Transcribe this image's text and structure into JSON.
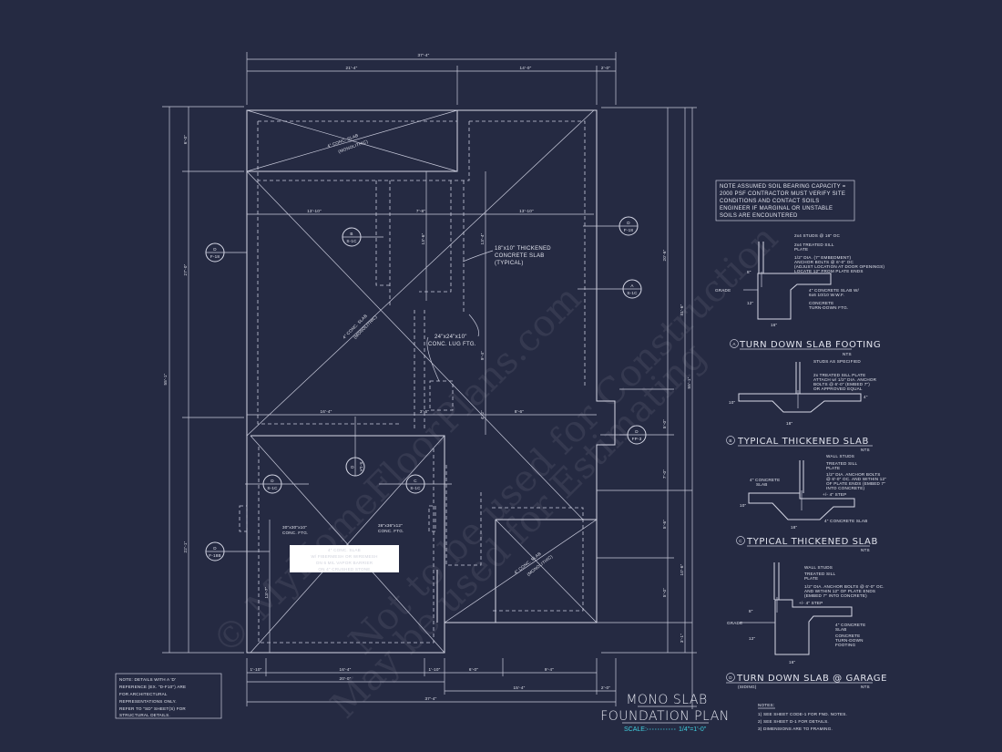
{
  "sheet": {
    "background_color": "#252a42",
    "line_color": "#d6d8e6",
    "accent_color": "#3fd0e0"
  },
  "watermark": {
    "line1": "© MyHomeFloorPlans.com",
    "line2": "Not to be used for Construction",
    "line3": "May be used for Estimating"
  },
  "plan": {
    "dims_top": {
      "overall": "37'-4\"",
      "a": "21'-4\"",
      "b": "14'-0\"",
      "c": "2'-0\""
    },
    "dims_bottom": {
      "a": "1'-10\"",
      "b": "16'-4\"",
      "c": "1'-10\"",
      "d": "6'-0\"",
      "e": "9'-4\"",
      "garage": "20'-0\"",
      "f": "15'-4\"",
      "g": "2'-0\"",
      "overall": "37'-4\""
    },
    "dims_left": {
      "overall": "55'-1\"",
      "a": "6'-0\"",
      "b": "27'-0\"",
      "c": "22'-1\""
    },
    "dims_right": {
      "a": "20'-6\"",
      "b": "41'-6\"",
      "overall": "55'-1\"",
      "c": "5'-0\"",
      "d": "7'-0\"",
      "e": "5'-6\"",
      "f": "10'-6\"",
      "g": "5'-0\"",
      "h": "3'-1\""
    },
    "dims_interior": {
      "a": "13'-10\"",
      "b": "7'-8\"",
      "c": "13'-10\"",
      "d": "13'-6\"",
      "e": "13'-4\"",
      "f": "9'-4\"",
      "g": "16'-4\"",
      "h": "3'-6\"",
      "i": "4'-2\"",
      "j": "8'-6\"",
      "k": "13'-7\""
    },
    "labels": {
      "slab_top_1": "4\" CONC. SLAB",
      "slab_top_2": "(MONOLITHIC)",
      "slab_diag_1": "4\" CONC. SLAB",
      "slab_diag_2": "(MONOLITHIC)",
      "slab_lr_1": "4\" CONC. SLAB",
      "slab_lr_2": "(MONOLITHIC)",
      "thick_1": "18\"x10\" THICKENED",
      "thick_2": "CONCRETE SLAB",
      "thick_3": "(TYPICAL)",
      "lug_1": "24\"x24\"x10\"",
      "lug_2": "CONC. LUG FTG.",
      "ftg30_1": "30\"x30\"x10\"",
      "ftg30_2": "CONC. FTG.",
      "ftg36_1": "36\"x36\"x12\"",
      "ftg36_2": "CONC. FTG.",
      "garage_1": "4\" CONC. SLAB",
      "garage_2": "W/ FIBERMESH OR WIREMESH",
      "garage_3": "ON 6 MIL VAPOR BARRIER",
      "garage_4": "ON 4\" CRUSHED STONE"
    },
    "callouts": [
      {
        "top": "D",
        "bottom": "F-18"
      },
      {
        "top": "B",
        "bottom": "S-1C"
      },
      {
        "top": "D",
        "bottom": "F-18"
      },
      {
        "top": "A",
        "bottom": "S-1C"
      },
      {
        "top": "D",
        "bottom": "FP-3"
      },
      {
        "top": "D",
        "bottom": "S-1C"
      },
      {
        "top": "D",
        "bottom": "S-1A"
      },
      {
        "top": "C",
        "bottom": "S-1C"
      },
      {
        "top": "D",
        "bottom": "F-18B"
      }
    ]
  },
  "soil_note": {
    "l1": "NOTE ASSUMED SOIL BEARING CAPACITY =",
    "l2": "2000 PSF CONTRACTOR MUST VERIFY SITE",
    "l3": "CONDITIONS AND CONTACT SOILS",
    "l4": "ENGINEER IF MARGINAL OR UNSTABLE",
    "l5": "SOILS ARE ENCOUNTERED"
  },
  "details": {
    "a": {
      "letter": "A",
      "title": "TURN DOWN SLAB FOOTING",
      "nts": "NTS",
      "notes": [
        "2x4 STUDS @ 16\" OC",
        "2x4 TREATED SILL",
        "PLATE",
        "1/2\" DIA. (7\" EMBEDMENT)",
        "ANCHOR BOLTS @ 6'-0\" OC",
        "(ADJUST LOCATION AT DOOR OPENINGS)",
        "LOCATE 12\" FROM PLATE ENDS",
        "4\" CONCRETE SLAB W/",
        "6x6 10/10 W.W.F.",
        "CONCRETE",
        "TURN-DOWN FTG."
      ],
      "grade": "GRADE",
      "dim1": "8\"",
      "dim2": "12\"",
      "width": "16\""
    },
    "b": {
      "letter": "B",
      "title": "TYPICAL THICKENED SLAB",
      "nts": "NTS",
      "notes": [
        "STUDS AS SPECIFIED",
        "2x TREATED SILL PLATE",
        "ATTACH w/ 1/2\" DIA. ANCHOR",
        "BOLTS @ 6'-0\" (EMBED 7\")",
        "OR APPROVED EQUAL"
      ],
      "dim1": "10\"",
      "dim2": "4\"",
      "width": "18\""
    },
    "c": {
      "letter": "C",
      "title": "TYPICAL THICKENED SLAB",
      "nts": "NTS",
      "notes": [
        "WALL STUDS",
        "TREATED SILL",
        "PLATE",
        "1/2\" DIA. ANCHOR BOLTS",
        "@ 6'-0\" OC. AND WITHIN 12\"",
        "OF PLATE ENDS (EMBED 7\"",
        "INTO CONCRETE)",
        "4\" CONCRETE",
        "SLAB",
        "+/- 4\" STEP",
        "4\" CONCRETE SLAB"
      ],
      "dim1": "10\"",
      "width": "18\""
    },
    "d": {
      "letter": "D",
      "title": "TURN DOWN SLAB @ GARAGE",
      "subtitle": "(SIDING)",
      "nts": "NTS",
      "notes": [
        "WALL STUDS",
        "TREATED SILL",
        "PLATE",
        "1/2\" DIA. ANCHOR BOLTS @ 6'-0\" OC.",
        "AND WITHIN 12\" OF PLATE ENDS",
        "(EMBED 7\" INTO CONCRETE)",
        "+/- 4\" STEP",
        "4\" CONCRETE",
        "SLAB",
        "CONCRETE",
        "TURN-DOWN",
        "FOOTING"
      ],
      "grade": "GRADE",
      "dim1": "8\"",
      "dim2": "12\"",
      "width": "16\""
    }
  },
  "arch_note": {
    "l1": "NOTE: DETAILS WITH A 'D'",
    "l2": "REFERENCE (EX. \"D-F10\") ARE",
    "l3": "FOR ARCHITECTURAL",
    "l4": "REPRESENTATIONS ONLY.",
    "l5": "REFER TO \"SD\" SHEET(S) FOR",
    "l6": "STRUCTURAL DETAILS."
  },
  "title_block": {
    "title1": "MONO SLAB",
    "title2": "FOUNDATION PLAN",
    "scale_label": "SCALE:",
    "scale_value": "1/4\"=1'-0\""
  },
  "notes": {
    "heading": "NOTES:",
    "items": [
      "1) SEE SHEET CODE-1 FOR FND. NOTES.",
      "2) SEE SHEET D-1 FOR DETAILS.",
      "3) DIMENSIONS ARE TO FRAMING."
    ]
  }
}
